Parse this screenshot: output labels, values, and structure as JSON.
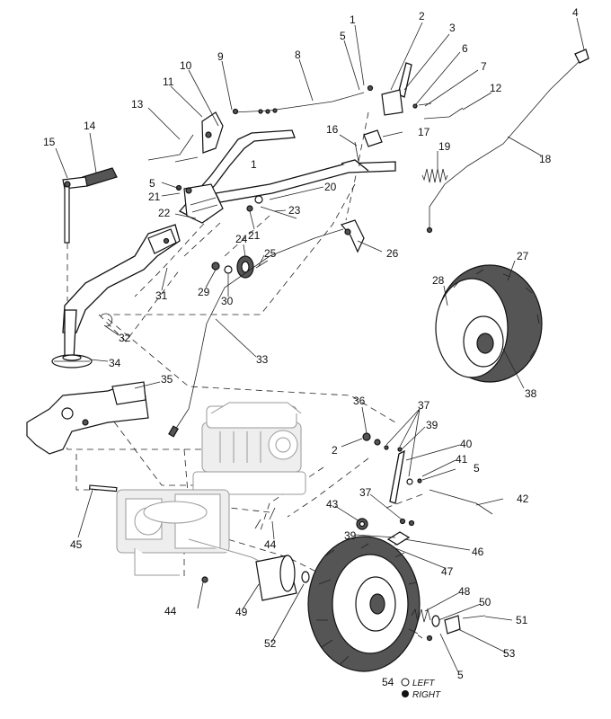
{
  "diagram": {
    "callouts": [
      {
        "id": "c1a",
        "label": "1"
      },
      {
        "id": "c1b",
        "label": "1"
      },
      {
        "id": "c2a",
        "label": "2"
      },
      {
        "id": "c2b",
        "label": "2"
      },
      {
        "id": "c3",
        "label": "3"
      },
      {
        "id": "c4",
        "label": "4"
      },
      {
        "id": "c5a",
        "label": "5"
      },
      {
        "id": "c5b",
        "label": "5"
      },
      {
        "id": "c5c",
        "label": "5"
      },
      {
        "id": "c5d",
        "label": "5"
      },
      {
        "id": "c6",
        "label": "6"
      },
      {
        "id": "c7",
        "label": "7"
      },
      {
        "id": "c8",
        "label": "8"
      },
      {
        "id": "c9",
        "label": "9"
      },
      {
        "id": "c10",
        "label": "10"
      },
      {
        "id": "c11",
        "label": "11"
      },
      {
        "id": "c12",
        "label": "12"
      },
      {
        "id": "c13",
        "label": "13"
      },
      {
        "id": "c14",
        "label": "14"
      },
      {
        "id": "c15",
        "label": "15"
      },
      {
        "id": "c16",
        "label": "16"
      },
      {
        "id": "c17",
        "label": "17"
      },
      {
        "id": "c18",
        "label": "18"
      },
      {
        "id": "c19",
        "label": "19"
      },
      {
        "id": "c20",
        "label": "20"
      },
      {
        "id": "c21a",
        "label": "21"
      },
      {
        "id": "c21b",
        "label": "21"
      },
      {
        "id": "c22",
        "label": "22"
      },
      {
        "id": "c23",
        "label": "23"
      },
      {
        "id": "c24",
        "label": "24"
      },
      {
        "id": "c25",
        "label": "25"
      },
      {
        "id": "c26",
        "label": "26"
      },
      {
        "id": "c27",
        "label": "27"
      },
      {
        "id": "c28",
        "label": "28"
      },
      {
        "id": "c29",
        "label": "29"
      },
      {
        "id": "c30",
        "label": "30"
      },
      {
        "id": "c31",
        "label": "31"
      },
      {
        "id": "c32",
        "label": "32"
      },
      {
        "id": "c33",
        "label": "33"
      },
      {
        "id": "c34",
        "label": "34"
      },
      {
        "id": "c35",
        "label": "35"
      },
      {
        "id": "c36",
        "label": "36"
      },
      {
        "id": "c37a",
        "label": "37"
      },
      {
        "id": "c37b",
        "label": "37"
      },
      {
        "id": "c38",
        "label": "38"
      },
      {
        "id": "c39a",
        "label": "39"
      },
      {
        "id": "c39b",
        "label": "39"
      },
      {
        "id": "c40",
        "label": "40"
      },
      {
        "id": "c41",
        "label": "41"
      },
      {
        "id": "c42",
        "label": "42"
      },
      {
        "id": "c43",
        "label": "43"
      },
      {
        "id": "c44a",
        "label": "44"
      },
      {
        "id": "c44b",
        "label": "44"
      },
      {
        "id": "c45",
        "label": "45"
      },
      {
        "id": "c46",
        "label": "46"
      },
      {
        "id": "c47",
        "label": "47"
      },
      {
        "id": "c48",
        "label": "48"
      },
      {
        "id": "c49",
        "label": "49"
      },
      {
        "id": "c50",
        "label": "50"
      },
      {
        "id": "c51",
        "label": "51"
      },
      {
        "id": "c52",
        "label": "52"
      },
      {
        "id": "c53",
        "label": "53"
      },
      {
        "id": "c54",
        "label": "54"
      }
    ],
    "legend": {
      "left_label": "LEFT",
      "right_label": "RIGHT"
    }
  }
}
